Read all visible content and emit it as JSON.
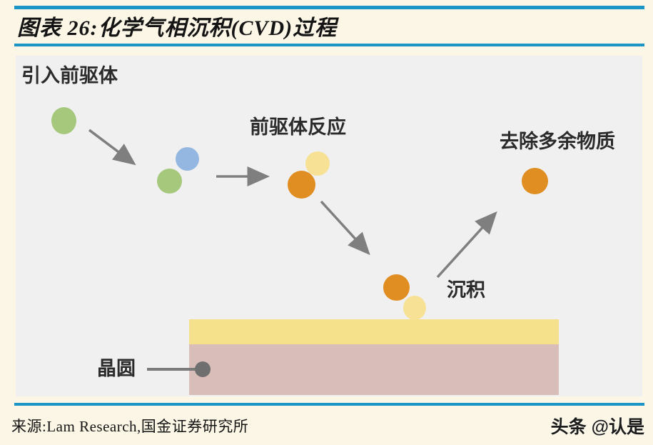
{
  "title": "图表 26:化学气相沉积(CVD)过程",
  "diagram": {
    "labels": {
      "introduce_precursor": "引入前驱体",
      "precursor_reaction": "前驱体反应",
      "remove_excess": "去除多余物质",
      "deposition": "沉积",
      "wafer": "晶圆"
    },
    "molecules": [
      {
        "name": "precursor-green-1",
        "color": "#a5c87c"
      },
      {
        "name": "precursor-blue",
        "color": "#93b7e0"
      },
      {
        "name": "precursor-green-2",
        "color": "#a5c87c"
      },
      {
        "name": "reacted-yellow-1",
        "color": "#f6e194"
      },
      {
        "name": "reacted-orange-1",
        "color": "#e08e22"
      },
      {
        "name": "depositing-orange",
        "color": "#e08e22"
      },
      {
        "name": "depositing-yellow",
        "color": "#f6e194"
      },
      {
        "name": "byproduct-orange",
        "color": "#e08e22"
      }
    ],
    "layers": [
      {
        "name": "deposited-film",
        "color": "#f5e18c"
      },
      {
        "name": "wafer-substrate",
        "color": "#d9bdb9"
      }
    ]
  },
  "source": "来源:Lam Research,国金证券研究所",
  "watermark": "头条 @认是",
  "colors": {
    "page_background": "#fbf6e5",
    "accent_rule": "#1a95c6",
    "diagram_background": "#f0f0f1",
    "arrow_gray": "#7f7f7f",
    "text": "#2b2b2b"
  }
}
